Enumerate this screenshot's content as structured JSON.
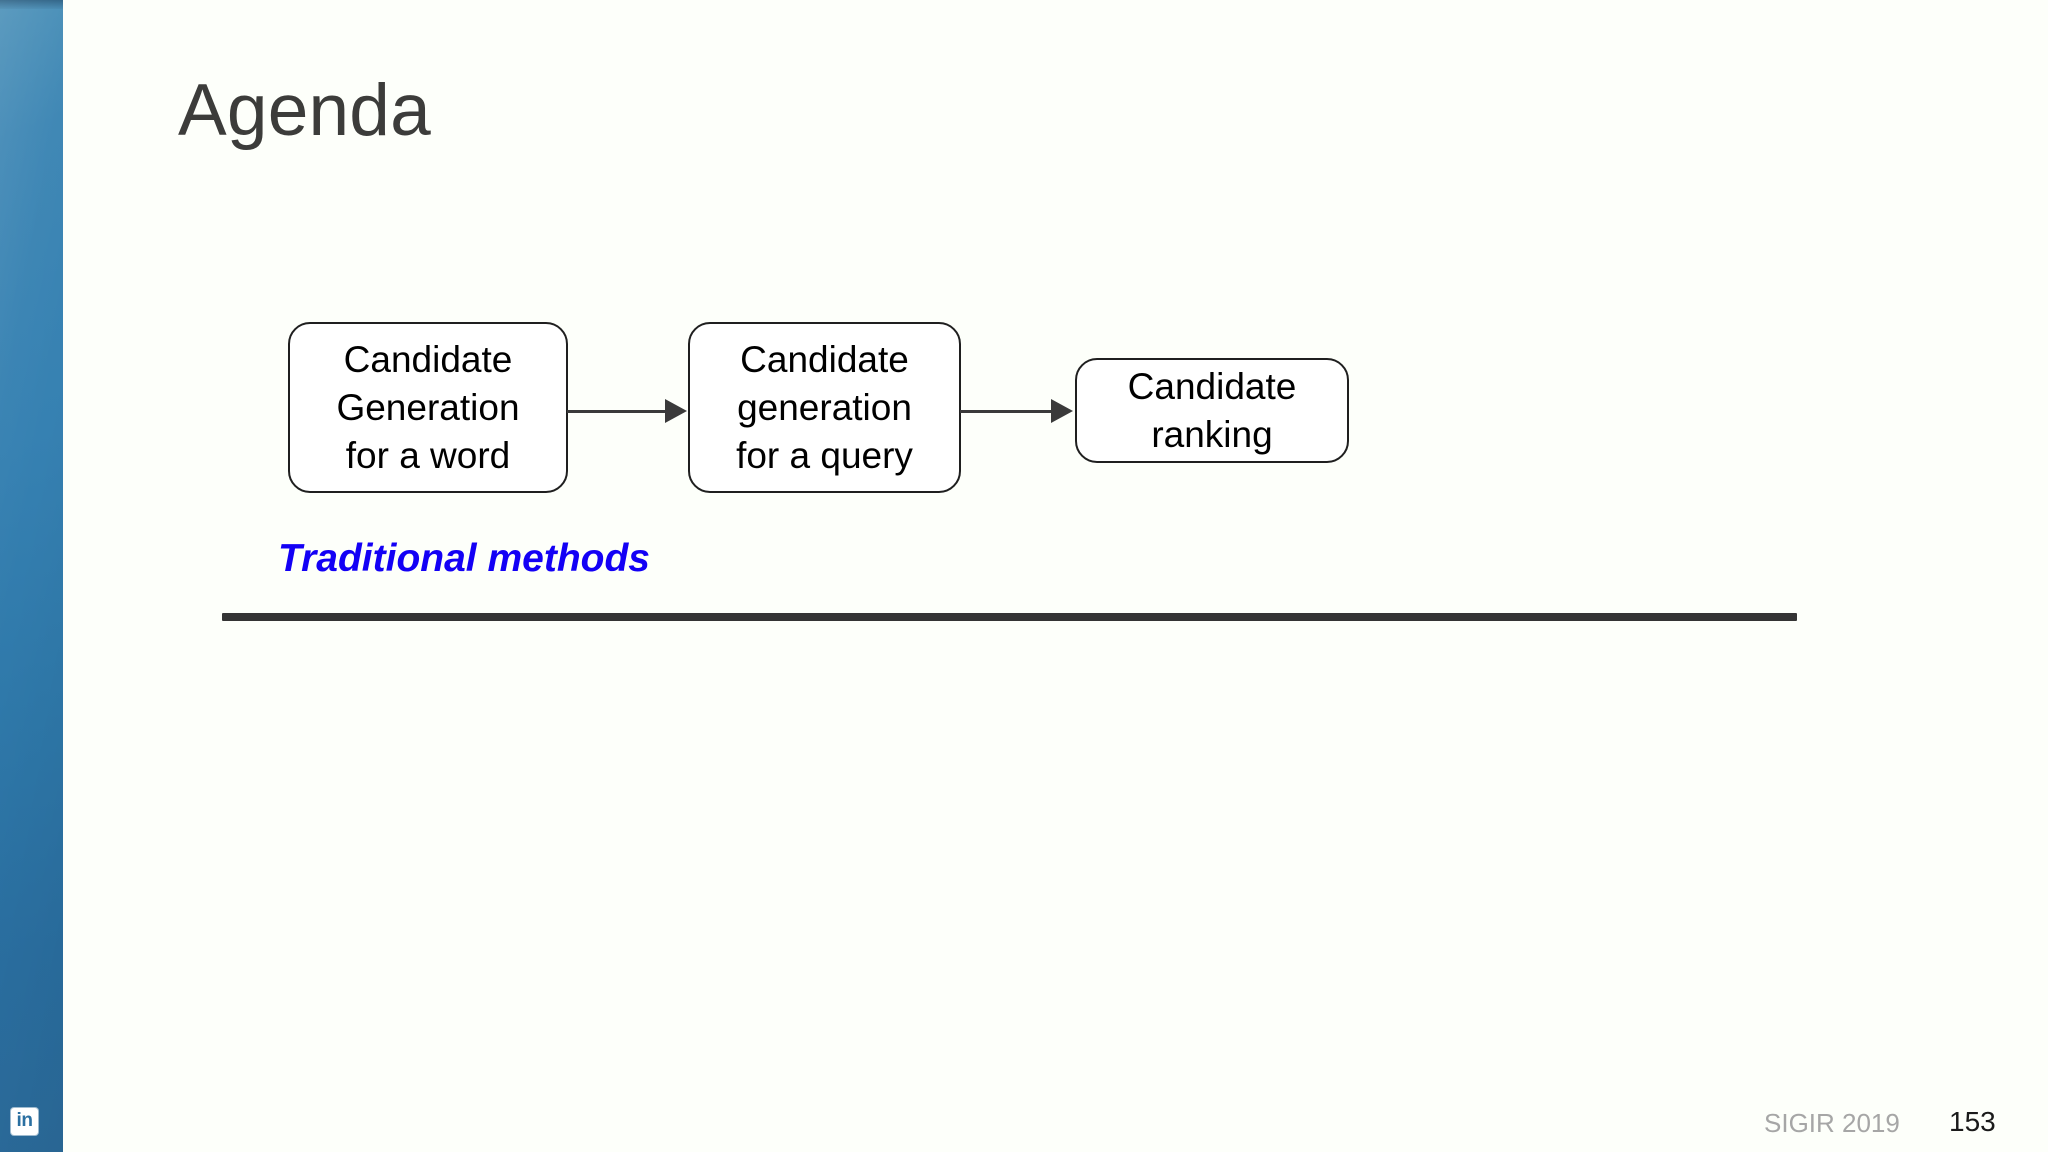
{
  "slide": {
    "title": "Agenda",
    "background_color": "#fdfffa",
    "title_color": "#3c3c3a"
  },
  "sidebar": {
    "accent_color_top": "#4a90b8",
    "accent_color_bottom": "#2b6c9c",
    "logo": {
      "icon_name": "linkedin-icon",
      "text": "in",
      "color": "#ffffff"
    }
  },
  "diagram": {
    "type": "flowchart",
    "nodes": [
      {
        "id": "node-1",
        "label": "Candidate\nGeneration\nfor a word"
      },
      {
        "id": "node-2",
        "label": "Candidate\ngeneration\nfor a query"
      },
      {
        "id": "node-3",
        "label": "Candidate\nranking"
      }
    ],
    "edges": [
      {
        "from": "node-1",
        "to": "node-2",
        "style": "arrow"
      },
      {
        "from": "node-2",
        "to": "node-3",
        "style": "arrow"
      }
    ],
    "caption": "Traditional methods",
    "caption_color": "#1300f5"
  },
  "footer": {
    "conference": "SIGIR 2019",
    "page_number": "153",
    "conference_color": "#a6a6a6",
    "page_number_color": "#1a1a1a"
  }
}
